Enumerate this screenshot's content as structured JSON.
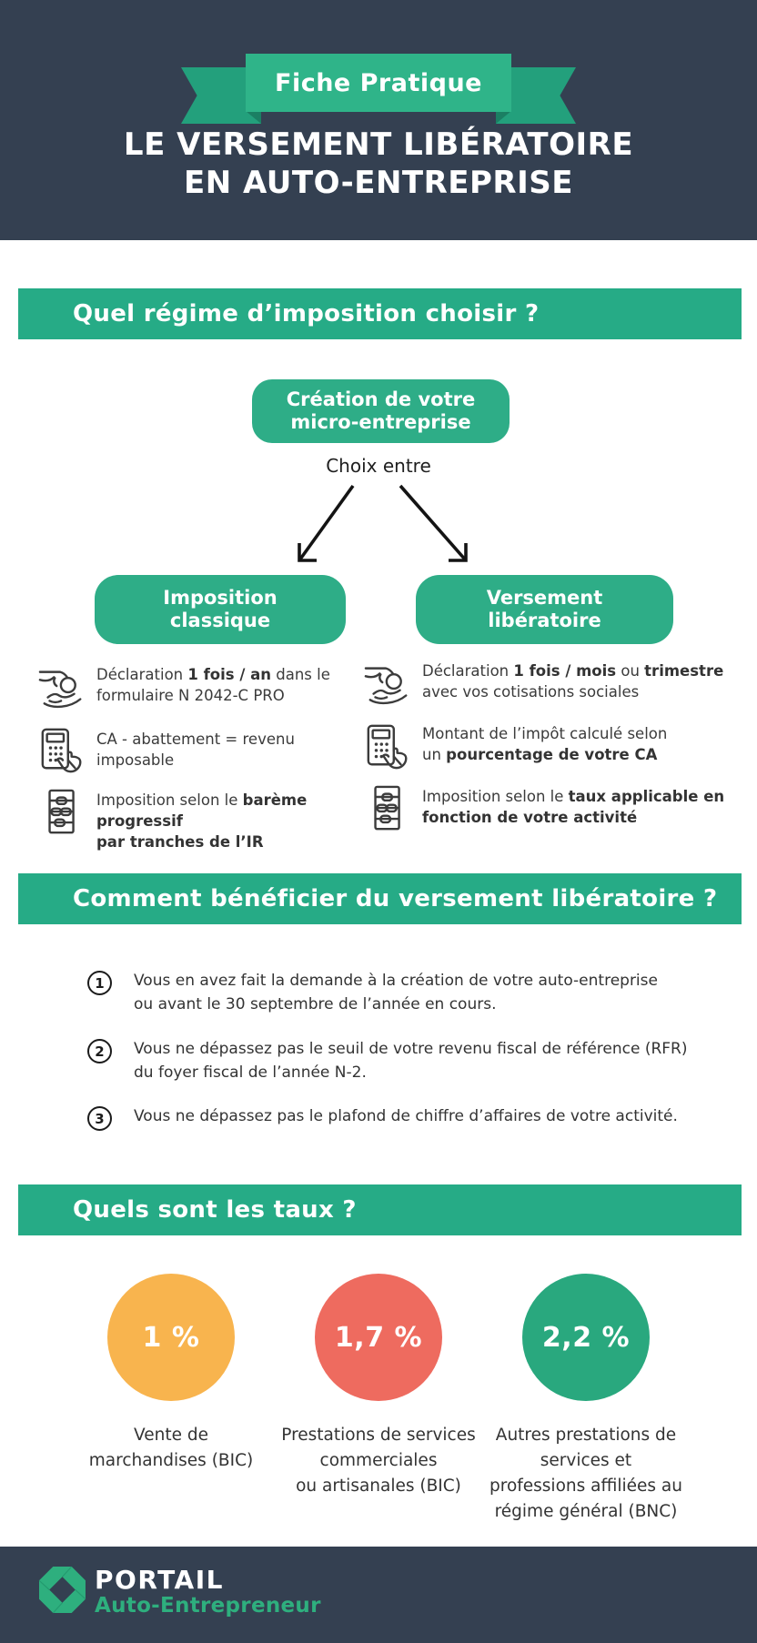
{
  "header": {
    "ribbon_label": "Fiche Pratique",
    "title_line1": "LE VERSEMENT LIBÉRATOIRE",
    "title_line2": "EN AUTO-ENTREPRISE"
  },
  "sections": {
    "regime": {
      "title": "Quel régime d’imposition choisir ?"
    },
    "beneficier": {
      "title": "Comment bénéficier du versement libératoire ?"
    },
    "taux": {
      "title": "Quels sont les taux ?"
    }
  },
  "flow": {
    "root_box": {
      "line1": "Création de votre",
      "line2": "micro-entreprise"
    },
    "choice_label": "Choix entre",
    "left_box": {
      "line1": "Imposition",
      "line2": "classique"
    },
    "right_box": {
      "line1": "Versement",
      "line2": "libératoire"
    },
    "left_items": [
      {
        "icon": "hand-coin-icon",
        "segments": [
          {
            "t": "Déclaration "
          },
          {
            "t": "1 fois / an",
            "b": true
          },
          {
            "t": " dans le"
          },
          {
            "br": true
          },
          {
            "t": "formulaire N 2042-C PRO"
          }
        ]
      },
      {
        "icon": "calculator-hand-icon",
        "segments": [
          {
            "t": "CA - abattement = revenu imposable"
          }
        ]
      },
      {
        "icon": "abacus-icon",
        "segments": [
          {
            "t": "Imposition selon le "
          },
          {
            "t": "barème progressif",
            "b": true
          },
          {
            "br": true
          },
          {
            "t": "par tranches de l’IR",
            "b": true
          }
        ]
      }
    ],
    "right_items": [
      {
        "icon": "hand-coin-icon",
        "segments": [
          {
            "t": "Déclaration "
          },
          {
            "t": "1 fois / mois",
            "b": true
          },
          {
            "t": " ou "
          },
          {
            "t": "trimestre",
            "b": true
          },
          {
            "br": true
          },
          {
            "t": "avec vos cotisations sociales"
          }
        ]
      },
      {
        "icon": "calculator-hand-icon",
        "segments": [
          {
            "t": "Montant de l’impôt calculé selon"
          },
          {
            "br": true
          },
          {
            "t": "un "
          },
          {
            "t": "pourcentage de votre CA",
            "b": true
          }
        ]
      },
      {
        "icon": "abacus-icon",
        "segments": [
          {
            "t": "Imposition selon le "
          },
          {
            "t": "taux applicable en",
            "b": true
          },
          {
            "br": true
          },
          {
            "t": "fonction de votre activité",
            "b": true
          }
        ]
      }
    ]
  },
  "conditions": {
    "items": [
      {
        "number": "1",
        "text": "Vous en avez fait la demande à la création de votre auto-entreprise\nou avant le 30 septembre de l’année en cours."
      },
      {
        "number": "2",
        "text": "Vous ne dépassez pas le seuil de votre revenu fiscal de référence (RFR)\ndu foyer fiscal de l’année N-2."
      },
      {
        "number": "3",
        "text": "Vous ne dépassez pas le plafond de chiffre d’affaires de votre activité."
      }
    ]
  },
  "rates": {
    "items": [
      {
        "value": "1 %",
        "color": "#f8b44e",
        "label": "Vente de\nmarchandises (BIC)"
      },
      {
        "value": "1,7 %",
        "color": "#ee6b5f",
        "label": "Prestations de services\ncommerciales\nou artisanales (BIC)"
      },
      {
        "value": "2,2 %",
        "color": "#29a87e",
        "label": "Autres prestations de\nservices et\nprofessions affiliées au\nrégime général (BNC)"
      }
    ]
  },
  "footer": {
    "brand_line1": "PORTAIL",
    "brand_line2": "Auto-Entrepreneur"
  },
  "colors": {
    "navy": "#344051",
    "green_accent": "#26ab86",
    "ribbon_green": "#2fb489",
    "orange": "#f8b44e",
    "coral": "#ee6b5f",
    "logo_green": "#2eaf7e"
  }
}
